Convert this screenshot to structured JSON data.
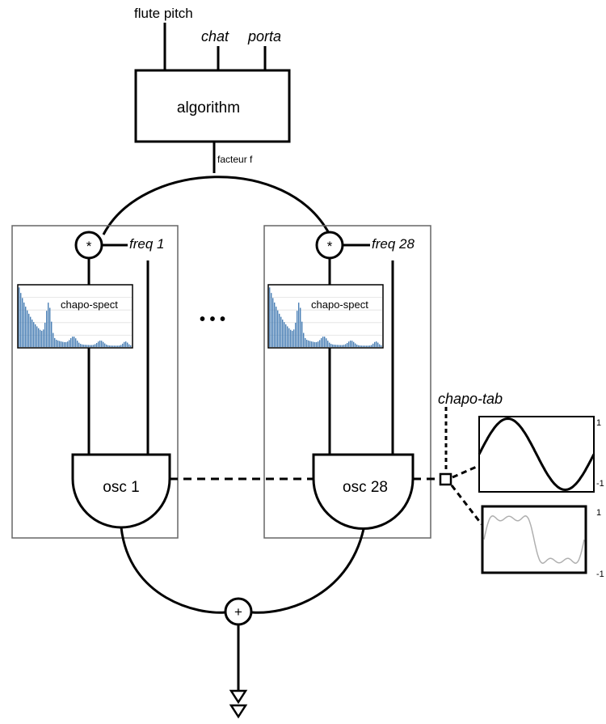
{
  "inputs": {
    "flute_pitch": "flute pitch",
    "chat": "chat",
    "porta": "porta"
  },
  "algorithm_label": "algorithm",
  "factor_label": "facteur f",
  "multiply_symbol": "*",
  "sum_symbol": "+",
  "ellipsis": "• • •",
  "voices": [
    {
      "freq_label": "freq 1",
      "spectrum_label": "chapo-spect",
      "osc_label": "osc 1"
    },
    {
      "freq_label": "freq 28",
      "spectrum_label": "chapo-spect",
      "osc_label": "osc 28"
    }
  ],
  "table": {
    "label": "chapo-tab",
    "wave1_top": "1",
    "wave1_bottom": "-1",
    "wave2_top": "1",
    "wave2_bottom": "-1"
  },
  "colors": {
    "spectrum_bar": "#4a7fb5",
    "wave_primary": "#000000",
    "wave_secondary": "#b0b0b0"
  }
}
